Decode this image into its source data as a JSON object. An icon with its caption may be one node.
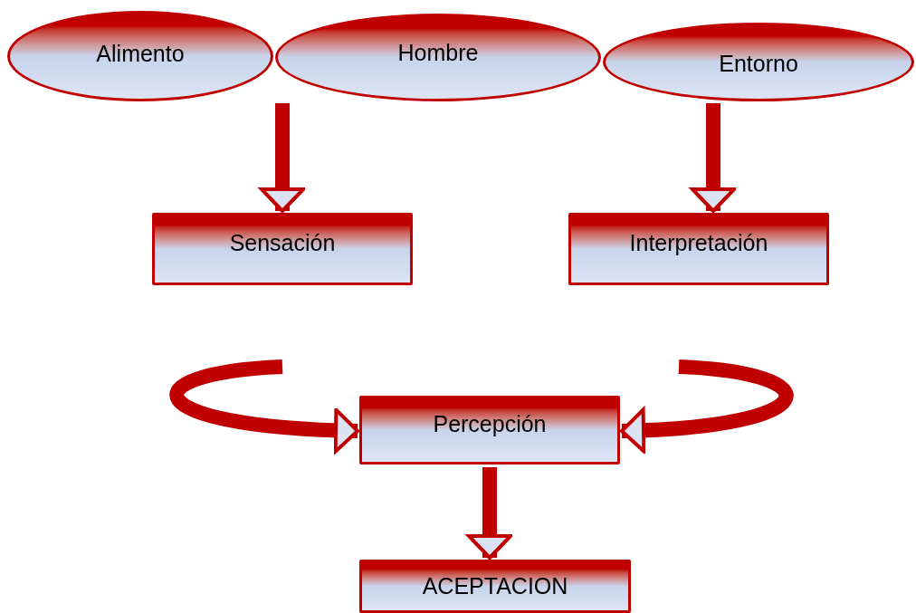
{
  "diagram": {
    "nodes": [
      {
        "text": [
          "Alimento"
        ]
      },
      {
        "text": [
          "Hombre"
        ]
      },
      {
        "text": [
          "Entorno"
        ]
      },
      {
        "text": [
          "Sensación"
        ]
      },
      {
        "text": [
          "Interpretación"
        ]
      },
      {
        "text": [
          "Percepción"
        ]
      },
      {
        "text": [
          "ACEPTACION"
        ]
      }
    ],
    "edges": [
      {
        "from": 0,
        "to": 3,
        "arrow": "to"
      },
      {
        "from": 2,
        "to": 4,
        "arrow": "to"
      },
      {
        "from": null,
        "to": 5,
        "arrow": "to"
      },
      {
        "from": null,
        "to": 5,
        "arrow": "to"
      },
      {
        "from": 5,
        "to": 6,
        "arrow": "to"
      }
    ]
  }
}
